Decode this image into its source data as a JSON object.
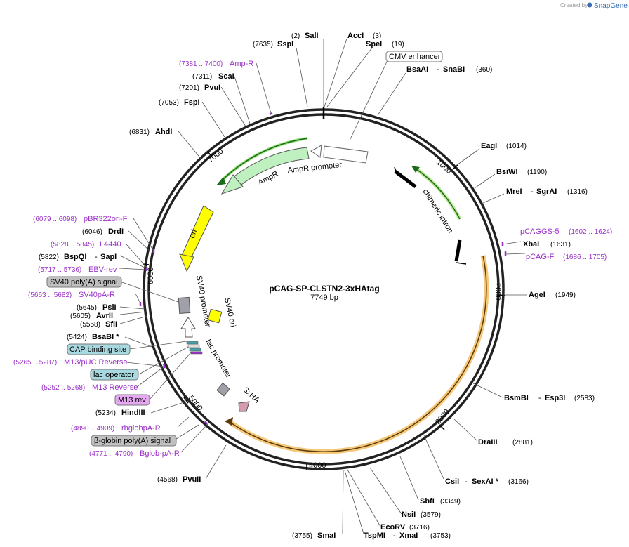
{
  "watermark": {
    "prefix": "Created by",
    "brand": "SnapGene"
  },
  "plasmid": {
    "name": "pCAG-SP-CLSTN2-3xHAtag",
    "length": "7749 bp"
  },
  "ticks": [
    "1000",
    "2000",
    "3000",
    "4000",
    "5000",
    "6000",
    "7000"
  ],
  "colors": {
    "backbone": "#222222",
    "primer": "#9b30c8",
    "amp": "#bff0bf",
    "orf": "#f0b460"
  },
  "features": {
    "ampr": "AmpR",
    "ampr_promoter": "AmpR promoter",
    "chimeric_intron": "chimeric intron",
    "ori": "ori",
    "sv40_promoter": "SV40 promoter",
    "sv40_ori": "SV40 ori",
    "lac_promoter": "lac promoter",
    "hatag": "3xHA"
  },
  "sites": [
    {
      "pos": "(2)",
      "name": "SalI"
    },
    {
      "name": "AccI",
      "pos": "(3)"
    },
    {
      "name": "SpeI",
      "pos": "(19)"
    },
    {
      "pos": "(7635)",
      "name": "SspI"
    },
    {
      "name": "BsaAI",
      "name2": "SnaBI",
      "pos": "(360)"
    },
    {
      "name": "EagI",
      "pos": "(1014)"
    },
    {
      "name": "BsiWI",
      "pos": "(1190)"
    },
    {
      "name": "MreI",
      "name2": "SgrAI",
      "pos": "(1316)"
    },
    {
      "name": "XbaI",
      "pos": "(1631)"
    },
    {
      "name": "AgeI",
      "pos": "(1949)"
    },
    {
      "name": "BsmBI",
      "name2": "Esp3I",
      "pos": "(2583)"
    },
    {
      "name": "DraIII",
      "pos": "(2881)"
    },
    {
      "name": "CsiI",
      "name2": "SexAI *",
      "pos": "(3166)"
    },
    {
      "name": "SbfI",
      "pos": "(3349)"
    },
    {
      "name": "NsiI",
      "pos": "(3579)"
    },
    {
      "name": "EcoRV",
      "pos": "(3716)"
    },
    {
      "name": "TspMI",
      "name2": "XmaI",
      "pos": "(3753)"
    },
    {
      "pos": "(3755)",
      "name": "SmaI"
    },
    {
      "pos": "(4568)",
      "name": "PvuII"
    },
    {
      "pos": "(5234)",
      "name": "HindIII"
    },
    {
      "pos": "(5424)",
      "name": "BsaBI  *"
    },
    {
      "pos": "(5558)",
      "name": "SfiI"
    },
    {
      "pos": "(5605)",
      "name": "AvrII"
    },
    {
      "pos": "(5645)",
      "name": "PsiI"
    },
    {
      "pos": "(5822)",
      "name": "BspQI",
      "name2": "SapI"
    },
    {
      "pos": "(6046)",
      "name": "DrdI"
    },
    {
      "pos": "(6831)",
      "name": "AhdI"
    },
    {
      "pos": "(7053)",
      "name": "FspI"
    },
    {
      "pos": "(7201)",
      "name": "PvuI"
    },
    {
      "pos": "(7311)",
      "name": "ScaI"
    }
  ],
  "primers": [
    {
      "range": "(7381 .. 7400)",
      "name": "Amp-R"
    },
    {
      "name": "pCAGGS-5",
      "range": "(1602 .. 1624)"
    },
    {
      "name": "pCAG-F",
      "range": "(1686 .. 1705)"
    },
    {
      "range": "(6079 .. 6098)",
      "name": "pBR322ori-F"
    },
    {
      "range": "(5828 .. 5845)",
      "name": "L4440"
    },
    {
      "range": "(5717 .. 5736)",
      "name": "EBV-rev"
    },
    {
      "range": "(5663 .. 5682)",
      "name": "SV40pA-R"
    },
    {
      "range": "(5265 .. 5287)",
      "name": "M13/pUC Reverse"
    },
    {
      "range": "(5252 .. 5268)",
      "name": "M13 Reverse"
    },
    {
      "range": "(4890 .. 4909)",
      "name": "rbglobpA-R"
    },
    {
      "range": "(4771 .. 4790)",
      "name": "Bglob-pA-R"
    }
  ],
  "boxed": {
    "cmv": "CMV enhancer",
    "sv40pa": "SV40 poly(A) signal",
    "cap": "CAP binding site",
    "lacop": "lac operator",
    "m13rev": "M13 rev",
    "bglobin": "β-globin poly(A) signal"
  }
}
